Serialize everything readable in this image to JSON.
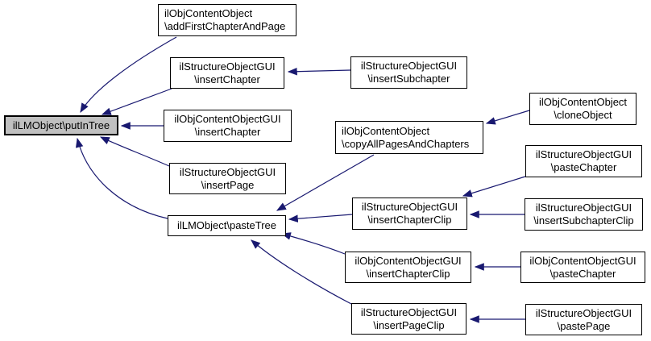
{
  "diagram": {
    "type": "call-graph",
    "colors": {
      "edge": "#191970",
      "node_border": "#000000",
      "node_fill": "#ffffff",
      "highlight_fill": "#c0c0c0",
      "text": "#000000",
      "background": "#ffffff"
    },
    "nodes": {
      "putInTree": {
        "label": "ilLMObject\\putInTree",
        "highlighted": true
      },
      "addFirstChapterAndPage": {
        "lines": [
          "ilObjContentObject",
          "\\addFirstChapterAndPage"
        ]
      },
      "insertChapterSGUI": {
        "lines": [
          "ilStructureObjectGUI",
          "\\insertChapter"
        ]
      },
      "insertChapterOCGUI": {
        "lines": [
          "ilObjContentObjectGUI",
          "\\insertChapter"
        ]
      },
      "insertPage": {
        "lines": [
          "ilStructureObjectGUI",
          "\\insertPage"
        ]
      },
      "pasteTree": {
        "label": "ilLMObject\\pasteTree"
      },
      "insertSubchapter": {
        "lines": [
          "ilStructureObjectGUI",
          "\\insertSubchapter"
        ]
      },
      "copyAllPagesAndChapters": {
        "lines": [
          "ilObjContentObject",
          "\\copyAllPagesAndChapters"
        ]
      },
      "cloneObject": {
        "lines": [
          "ilObjContentObject",
          "\\cloneObject"
        ]
      },
      "pasteChapterSGUI": {
        "lines": [
          "ilStructureObjectGUI",
          "\\pasteChapter"
        ]
      },
      "insertChapterClipSGUI": {
        "lines": [
          "ilStructureObjectGUI",
          "\\insertChapterClip"
        ]
      },
      "insertSubchapterClip": {
        "lines": [
          "ilStructureObjectGUI",
          "\\insertSubchapterClip"
        ]
      },
      "insertChapterClipOCGUI": {
        "lines": [
          "ilObjContentObjectGUI",
          "\\insertChapterClip"
        ]
      },
      "pasteChapterOCGUI": {
        "lines": [
          "ilObjContentObjectGUI",
          "\\pasteChapter"
        ]
      },
      "insertPageClip": {
        "lines": [
          "ilStructureObjectGUI",
          "\\insertPageClip"
        ]
      },
      "pastePage": {
        "lines": [
          "ilStructureObjectGUI",
          "\\pastePage"
        ]
      }
    },
    "edges": [
      {
        "from": "addFirstChapterAndPage",
        "to": "putInTree"
      },
      {
        "from": "insertChapterSGUI",
        "to": "putInTree"
      },
      {
        "from": "insertChapterOCGUI",
        "to": "putInTree"
      },
      {
        "from": "insertPage",
        "to": "putInTree"
      },
      {
        "from": "pasteTree",
        "to": "putInTree"
      },
      {
        "from": "insertSubchapter",
        "to": "insertChapterSGUI"
      },
      {
        "from": "copyAllPagesAndChapters",
        "to": "pasteTree"
      },
      {
        "from": "cloneObject",
        "to": "copyAllPagesAndChapters"
      },
      {
        "from": "insertChapterClipSGUI",
        "to": "pasteTree"
      },
      {
        "from": "pasteChapterSGUI",
        "to": "insertChapterClipSGUI"
      },
      {
        "from": "insertSubchapterClip",
        "to": "insertChapterClipSGUI"
      },
      {
        "from": "insertChapterClipOCGUI",
        "to": "pasteTree"
      },
      {
        "from": "pasteChapterOCGUI",
        "to": "insertChapterClipOCGUI"
      },
      {
        "from": "insertPageClip",
        "to": "pasteTree"
      },
      {
        "from": "pastePage",
        "to": "insertPageClip"
      }
    ]
  }
}
